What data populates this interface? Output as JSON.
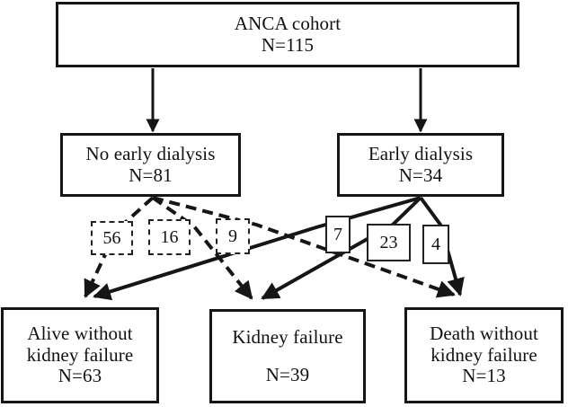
{
  "figure": {
    "type": "flowchart",
    "title": "ANCA cohort outcomes by early dialysis status",
    "orientation": "top-down",
    "line_styles": {
      "no_early_dialysis_paths": "dashed",
      "early_dialysis_paths": "solid"
    },
    "colors": {
      "background": "#ffffff",
      "stroke": "#161616",
      "text": "#111111"
    }
  },
  "nodes": {
    "cohort": {
      "label": "ANCA cohort",
      "count_label": "N=115",
      "n": 115
    },
    "no_early_dialysis": {
      "label": "No early dialysis",
      "count_label": "N=81",
      "n": 81
    },
    "early_dialysis": {
      "label": "Early dialysis",
      "count_label": "N=34",
      "n": 34
    },
    "alive_without_kidney_failure": {
      "line1": "Alive without",
      "line2": "kidney failure",
      "count_label": "N=63",
      "n": 63
    },
    "kidney_failure": {
      "line1": "Kidney failure",
      "line2": "",
      "count_label": "N=39",
      "n": 39
    },
    "death_without_kidney_failure": {
      "line1": "Death without",
      "line2": "kidney failure",
      "count_label": "N=13",
      "n": 13
    }
  },
  "edge_counts": {
    "no_early_to_alive": "56",
    "no_early_to_kidney_failure": "16",
    "no_early_to_death": "9",
    "early_to_alive": "7",
    "early_to_kidney_failure": "23",
    "early_to_death": "4"
  },
  "chart_data": {
    "type": "flow",
    "title": "ANCA cohort outcomes by early dialysis status",
    "total": 115,
    "groups": [
      {
        "name": "No early dialysis",
        "n": 81,
        "edge_style": "dashed"
      },
      {
        "name": "Early dialysis",
        "n": 34,
        "edge_style": "solid"
      }
    ],
    "outcomes": [
      {
        "name": "Alive without kidney failure",
        "n": 63
      },
      {
        "name": "Kidney failure",
        "n": 39
      },
      {
        "name": "Death without kidney failure",
        "n": 13
      }
    ],
    "flows": [
      {
        "from": "No early dialysis",
        "to": "Alive without kidney failure",
        "value": 56,
        "style": "dashed"
      },
      {
        "from": "No early dialysis",
        "to": "Kidney failure",
        "value": 16,
        "style": "dashed"
      },
      {
        "from": "No early dialysis",
        "to": "Death without kidney failure",
        "value": 9,
        "style": "dashed"
      },
      {
        "from": "Early dialysis",
        "to": "Alive without kidney failure",
        "value": 7,
        "style": "solid"
      },
      {
        "from": "Early dialysis",
        "to": "Kidney failure",
        "value": 23,
        "style": "solid"
      },
      {
        "from": "Early dialysis",
        "to": "Death without kidney failure",
        "value": 4,
        "style": "solid"
      }
    ]
  }
}
